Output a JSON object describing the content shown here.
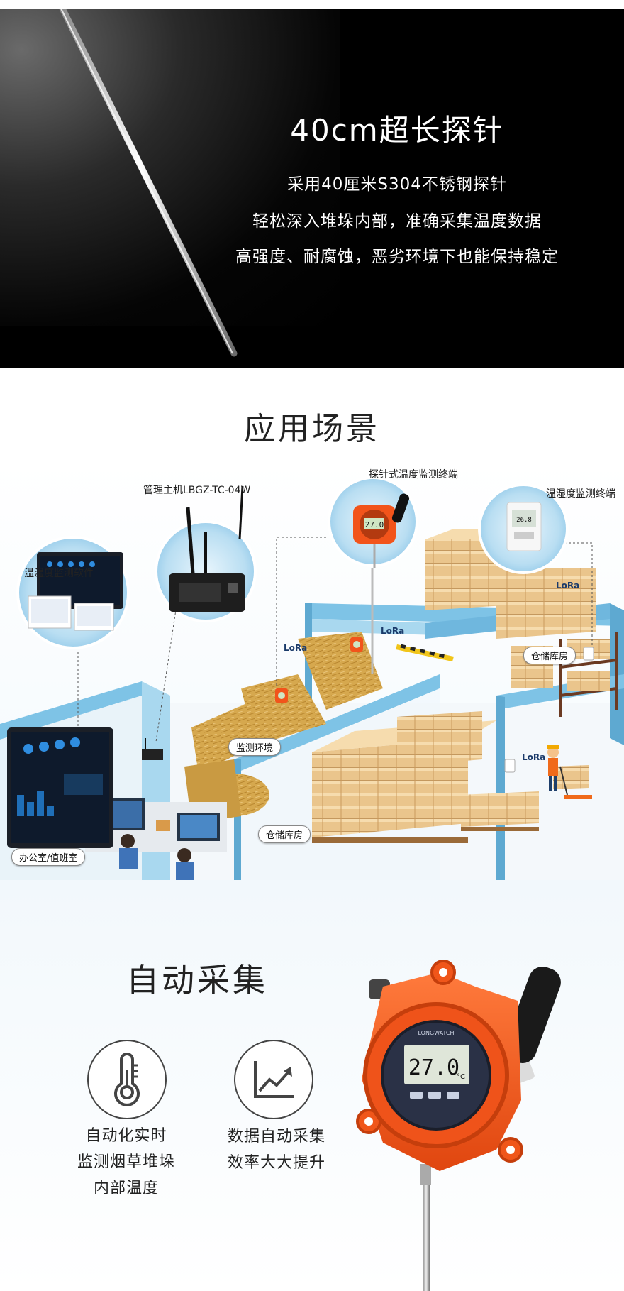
{
  "hero": {
    "title": "40cm超长探针",
    "lines": [
      "采用40厘米S304不锈钢探针",
      "轻松深入堆垛内部，准确采集温度数据",
      "高强度、耐腐蚀，恶劣环境下也能保持稳定"
    ]
  },
  "application": {
    "title": "应用场景",
    "labels": {
      "host": "管理主机LBGZ-TC-04W",
      "probe_terminal": "探针式温度监测终端",
      "th_terminal": "温湿度监测终端",
      "software": "温湿度监测软件"
    },
    "zones": {
      "monitor_env": "监测环境",
      "warehouse_1": "仓储库房",
      "warehouse_2": "仓储库房",
      "office": "办公室/值班室"
    },
    "lora": "LoRa",
    "device_reading": "27.0",
    "th_reading": "26.8"
  },
  "auto": {
    "title": "自动采集",
    "features": [
      {
        "lines": [
          "自动化实时",
          "监测烟草堆垛",
          "内部温度"
        ],
        "icon": "thermometer-icon"
      },
      {
        "lines": [
          "数据自动采集",
          "效率大大提升"
        ],
        "icon": "trend-chart-icon"
      }
    ],
    "brand": "LONGWATCH",
    "display_reading": "27.0",
    "display_unit": "°C"
  },
  "colors": {
    "device_orange": "#f2541b",
    "wall_blue": "#7ec3e6",
    "hay": "#d4a64a",
    "box": "#e9c48a"
  }
}
